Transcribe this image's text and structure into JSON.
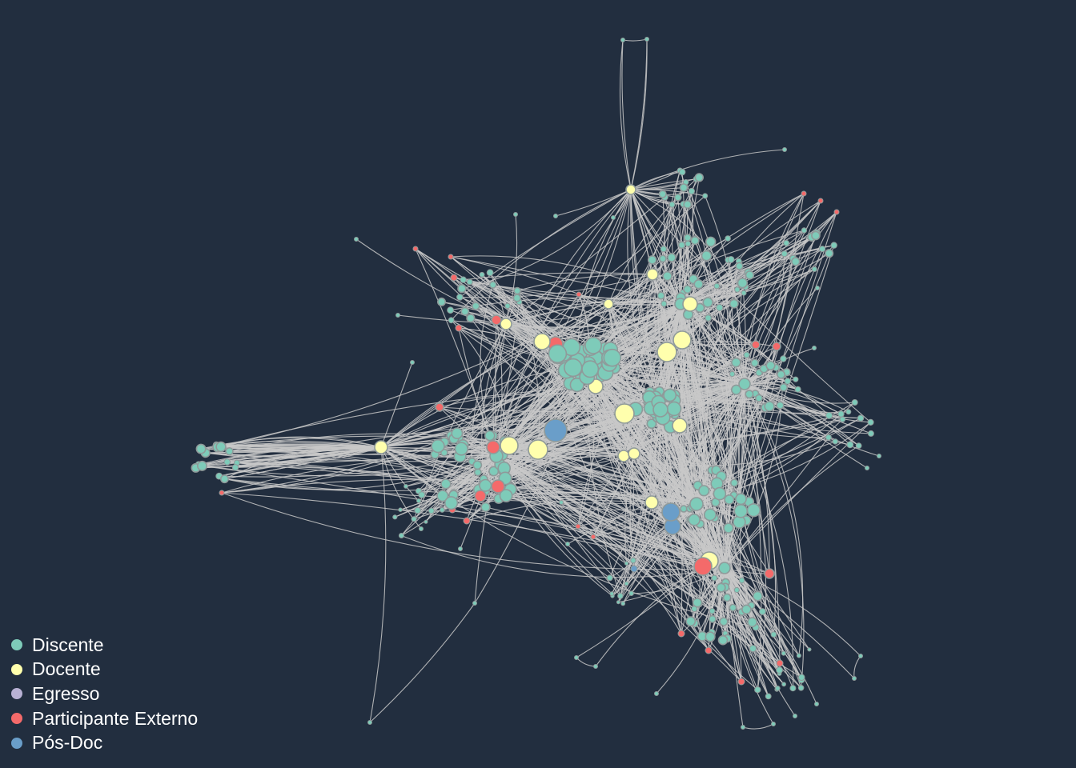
{
  "colors": {
    "background": "#222e3f",
    "edge": "#c8c8c8",
    "node_outline": "#8f9a9a"
  },
  "legend": {
    "items": [
      {
        "label": "Discente",
        "color": "#7ecbb9"
      },
      {
        "label": "Docente",
        "color": "#ffffad"
      },
      {
        "label": "Egresso",
        "color": "#b8b1d4"
      },
      {
        "label": "Participante Externo",
        "color": "#f46a6a"
      },
      {
        "label": "Pós-Doc",
        "color": "#6a9ec9"
      }
    ]
  }
}
